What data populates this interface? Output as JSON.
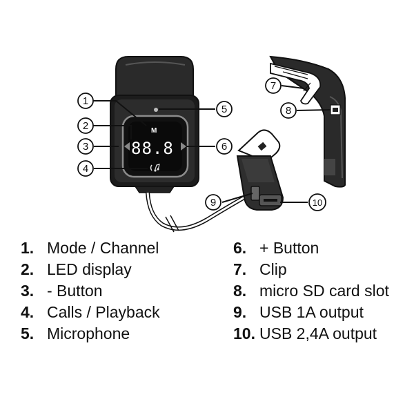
{
  "callouts": [
    "1",
    "2",
    "3",
    "4",
    "5",
    "6",
    "7",
    "8",
    "9",
    "10"
  ],
  "device": {
    "mode_letter": "M",
    "led_digits": "88.8",
    "call_icon": "phone-music-icon"
  },
  "legend": {
    "left": [
      {
        "num": "1.",
        "label": "Mode / Channel"
      },
      {
        "num": "2.",
        "label": "LED display"
      },
      {
        "num": "3.",
        "label": "- Button"
      },
      {
        "num": "4.",
        "label": "Calls / Playback"
      },
      {
        "num": "5.",
        "label": "Microphone"
      }
    ],
    "right": [
      {
        "num": "6.",
        "label": "+ Button"
      },
      {
        "num": "7.",
        "label": "Clip"
      },
      {
        "num": "8.",
        "label": "micro SD card slot"
      },
      {
        "num": "9.",
        "label": "USB 1A output"
      },
      {
        "num": "10.",
        "label": "USB 2,4A output"
      }
    ]
  }
}
